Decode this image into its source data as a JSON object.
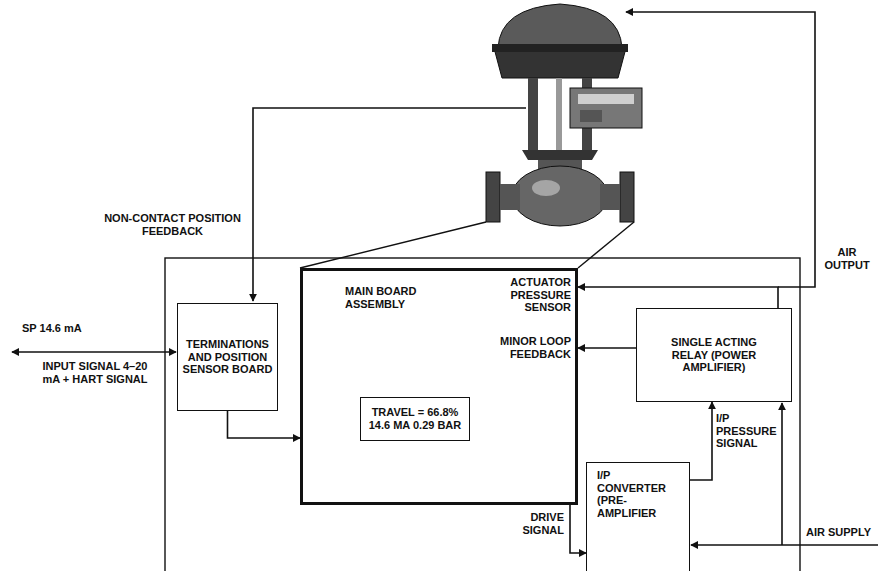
{
  "diagram": {
    "nodes": [
      {
        "text": [
          "TERMINATIONS AND POSITION SENSOR BOARD"
        ]
      },
      {
        "text": [
          "MAIN BOARD ASSEMBLY",
          "ACTUATOR PRESSURE SENSOR",
          "MINOR LOOP FEEDBACK"
        ]
      },
      {
        "text": [
          "TRAVEL = 66.8%",
          "14.6 MA 0.29 BAR"
        ],
        "in": 1
      },
      {
        "text": [
          "SINGLE ACTING RELAY (POWER AMPLIFIER)"
        ]
      },
      {
        "text": [
          "I/P CONVERTER (PRE- AMPLIFIER"
        ]
      }
    ],
    "edges": [
      {
        "from": 0,
        "to": 1,
        "arrow": "to"
      },
      {
        "from": 3,
        "to": 1,
        "arrow": "to"
      },
      {
        "from": 3,
        "to": 1,
        "arrow": "to"
      },
      {
        "from": 1,
        "to": 4,
        "label": "DRIVE SIGNAL",
        "arrow": "to"
      },
      {
        "from": 4,
        "to": 3,
        "label": "I/P PRESSURE SIGNAL",
        "arrow": "to"
      }
    ],
    "labels": [
      "SP 14.6 mA",
      "INPUT SIGNAL 4–20 mA + HART SIGNAL",
      "NON-CONTACT POSITION FEEDBACK",
      "AIR OUTPUT",
      "AIR SUPPLY"
    ]
  }
}
